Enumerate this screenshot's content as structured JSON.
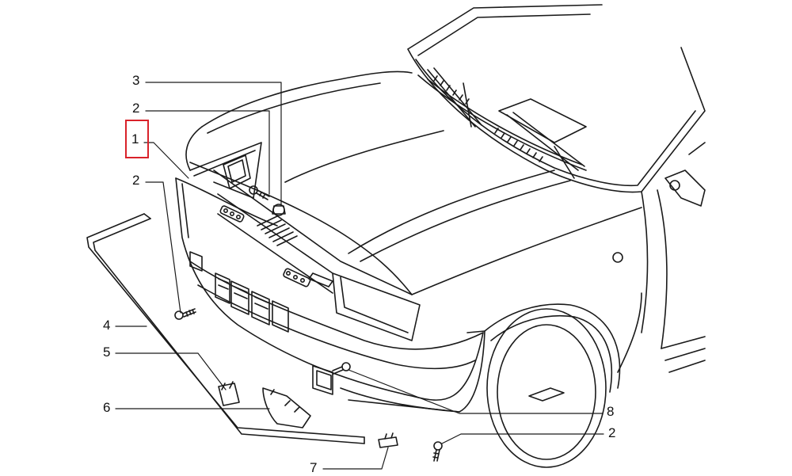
{
  "callouts": {
    "c3_top": "3",
    "c2_upper": "2",
    "c1_highlighted": "1",
    "c2_left": "2",
    "c4": "4",
    "c5": "5",
    "c6": "6",
    "c7": "7",
    "c8": "8",
    "c2_bottom": "2"
  },
  "colors": {
    "line": "#1a1a1a",
    "highlight": "#d9222a",
    "background": "#ffffff"
  }
}
